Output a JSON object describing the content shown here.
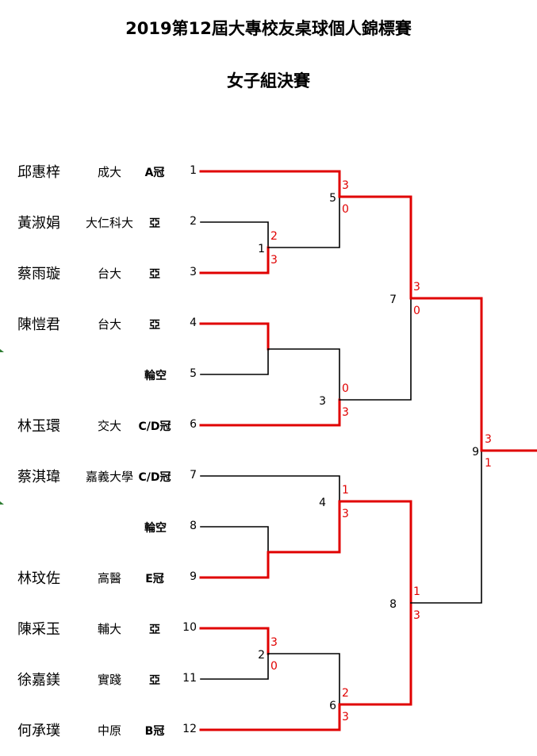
{
  "header": {
    "title": "2019第12屆大專校友桌球個人錦標賽",
    "subtitle": "女子組決賽"
  },
  "slots": [
    {
      "num": "1",
      "name": "邱惠梓",
      "school": "成大",
      "seed": "A冠"
    },
    {
      "num": "2",
      "name": "黃淑娟",
      "school": "大仁科大",
      "seed": "亞"
    },
    {
      "num": "3",
      "name": "蔡雨璇",
      "school": "台大",
      "seed": "亞"
    },
    {
      "num": "4",
      "name": "陳愷君",
      "school": "台大",
      "seed": "亞"
    },
    {
      "num": "5",
      "name": "",
      "school": "",
      "seed": "",
      "bye": "輪空"
    },
    {
      "num": "6",
      "name": "林玉環",
      "school": "交大",
      "seed": "C/D冠"
    },
    {
      "num": "7",
      "name": "蔡淇瑋",
      "school": "嘉義大學",
      "seed": "C/D冠"
    },
    {
      "num": "8",
      "name": "",
      "school": "",
      "seed": "",
      "bye": "輪空"
    },
    {
      "num": "9",
      "name": "林玟佐",
      "school": "高醫",
      "seed": "E冠"
    },
    {
      "num": "10",
      "name": "陳采玉",
      "school": "輔大",
      "seed": "亞"
    },
    {
      "num": "11",
      "name": "徐嘉鎂",
      "school": "實踐",
      "seed": "亞"
    },
    {
      "num": "12",
      "name": "何承璞",
      "school": "中原",
      "seed": "B冠"
    }
  ],
  "matches": [
    {
      "label": "1",
      "top_score": "2",
      "bottom_score": "3"
    },
    {
      "label": "2",
      "top_score": "3",
      "bottom_score": "0"
    },
    {
      "label": "3",
      "top_score": "0",
      "bottom_score": "3"
    },
    {
      "label": "4",
      "top_score": "1",
      "bottom_score": "3"
    },
    {
      "label": "5",
      "top_score": "3",
      "bottom_score": "0"
    },
    {
      "label": "6",
      "top_score": "2",
      "bottom_score": "3"
    },
    {
      "label": "7",
      "top_score": "3",
      "bottom_score": "0"
    },
    {
      "label": "8",
      "top_score": "1",
      "bottom_score": "3"
    },
    {
      "label": "9",
      "top_score": "3",
      "bottom_score": "1"
    }
  ],
  "colors": {
    "winner_line": "#e00000",
    "loser_line": "#000000",
    "score": "#e00000"
  }
}
